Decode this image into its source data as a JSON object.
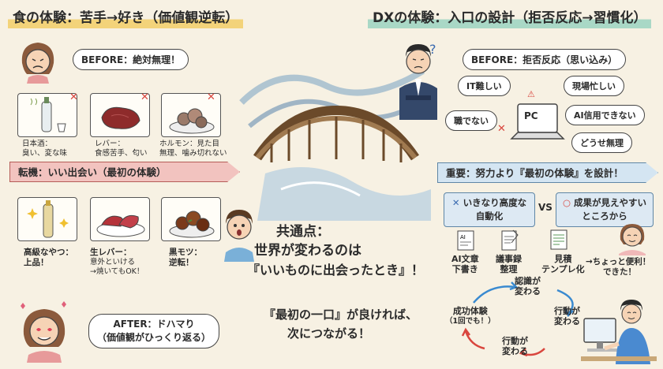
{
  "left": {
    "title": "食の体験：苦手→好き（価値観逆転）",
    "before": "BEFORE：絶対無理！",
    "bad_items": [
      {
        "name": "日本酒：",
        "desc": "臭い、変な味"
      },
      {
        "name": "レバー：",
        "desc": "食感苦手、匂い"
      },
      {
        "name": "ホルモン：見た目",
        "desc": "無理、噛み切れない"
      }
    ],
    "turning_point": "転機：いい出会い（最初の体験）",
    "good_items": [
      {
        "name": "高級なやつ：",
        "desc": "上品！"
      },
      {
        "name": "生レバー：",
        "desc": "意外といける",
        "desc2": "→焼いてもOK！"
      },
      {
        "name": "黒モツ：",
        "desc": "逆転！"
      }
    ],
    "after_line1": "AFTER：ドハマり",
    "after_line2": "（価値観がひっくり返る）"
  },
  "right": {
    "title": "DXの体験：入口の設計（拒否反応→習慣化）",
    "before": "BEFORE：拒否反応（思い込み）",
    "objections": [
      "IT難しい",
      "現場忙しい",
      "職でない",
      "AI信用できない",
      "どうせ無理"
    ],
    "pc_label": "PC",
    "key_point": "重要：努力より『最初の体験』を設計！",
    "bad_option_line1": "いきなり高度な",
    "bad_option_line2": "自動化",
    "vs": "VS",
    "good_option_line1": "成果が見えやすい",
    "good_option_line2": "ところから",
    "tools": [
      {
        "label1": "AI文章",
        "label2": "下書き"
      },
      {
        "label1": "議事録",
        "label2": "整理"
      },
      {
        "label1": "見積",
        "label2": "テンプレ化"
      }
    ],
    "convenient": "→ちょっと便利！",
    "convenient2": "できた！",
    "cycle": [
      {
        "line1": "認識が",
        "line2": "変わる"
      },
      {
        "line1": "行動が",
        "line2": "変わる"
      },
      {
        "line1": "行動が",
        "line2": "変わる"
      },
      {
        "line1": "成功体験",
        "line2": "（1回でも！）"
      }
    ]
  },
  "center": {
    "common_line1": "共通点：",
    "common_line2": "世界が変わるのは",
    "common_line3": "『いいものに出会ったとき』！",
    "first_bite_line1": "『最初の一口』が良ければ、",
    "first_bite_line2": "次につながる！"
  },
  "colors": {
    "accent_yellow": "#f3d37a",
    "accent_green": "#a9d8c6",
    "ribbon_red": "#f2c3bf",
    "ribbon_blue": "#d4e5f2",
    "bad": "#d9463e"
  }
}
